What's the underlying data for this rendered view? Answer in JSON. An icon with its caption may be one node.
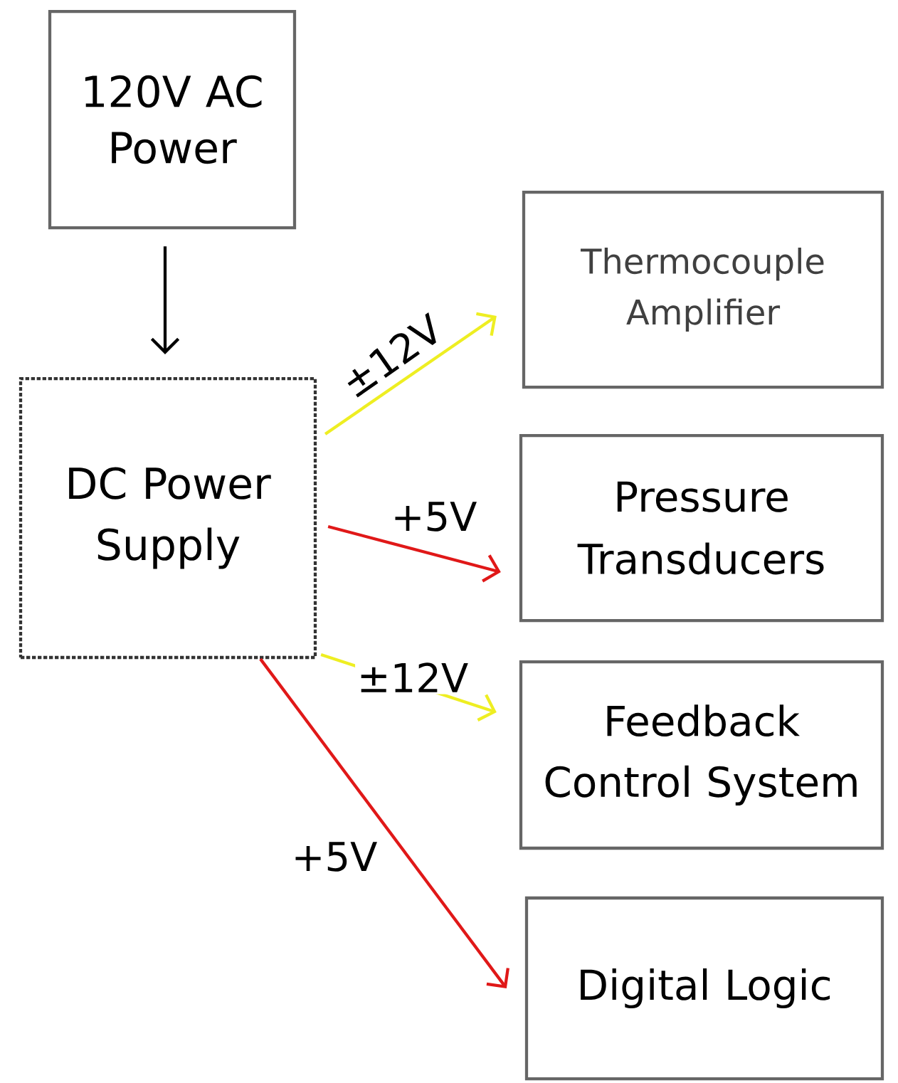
{
  "diagram": {
    "nodes": [
      {
        "text": [
          "120V AC Power"
        ]
      },
      {
        "text": [
          "DC Power Supply"
        ]
      },
      {
        "text": [
          "Thermocouple Amplifier"
        ]
      },
      {
        "text": [
          "Pressure Transducers"
        ]
      },
      {
        "text": [
          "Feedback Control System"
        ]
      },
      {
        "text": [
          "Digital Logic"
        ]
      }
    ],
    "edges": [
      {
        "from": 0,
        "to": 1,
        "arrow": "to",
        "color": "#000000"
      },
      {
        "from": 1,
        "to": 2,
        "arrow": "to",
        "label": "±12V",
        "color": "#eeee22"
      },
      {
        "from": 1,
        "to": 3,
        "arrow": "to",
        "label": "+5V",
        "color": "#e01818"
      },
      {
        "from": 1,
        "to": 4,
        "arrow": "to",
        "label": "±12V",
        "color": "#eeee22"
      },
      {
        "from": 1,
        "to": 5,
        "arrow": "to",
        "label": "+5V",
        "color": "#e01818"
      }
    ]
  }
}
